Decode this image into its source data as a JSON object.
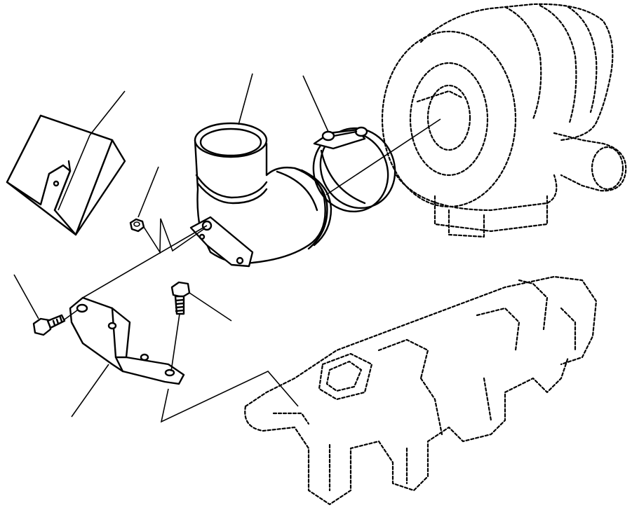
{
  "diagram": {
    "type": "exploded-parts-view",
    "callout_labels": [],
    "parts": [
      {
        "id": "heat-shield",
        "icon": "slotted-plate"
      },
      {
        "id": "nut",
        "icon": "hex-nut"
      },
      {
        "id": "elbow-pipe",
        "icon": "elbow-pipe"
      },
      {
        "id": "clamp",
        "icon": "band-clamp"
      },
      {
        "id": "flange-bolt",
        "icon": "hex-bolt"
      },
      {
        "id": "bracket",
        "icon": "l-bracket"
      },
      {
        "id": "bolt",
        "icon": "hex-bolt"
      }
    ],
    "reference_parts": [
      {
        "id": "turbocharger",
        "style": "dashed-outline"
      },
      {
        "id": "exhaust-manifold",
        "style": "dashed-outline"
      }
    ],
    "colors": {
      "ink": "#000000",
      "background": "#ffffff"
    }
  }
}
